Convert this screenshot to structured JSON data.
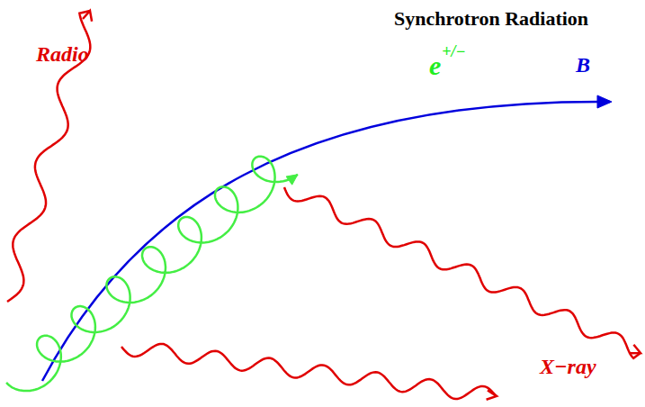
{
  "diagram": {
    "title": "Synchrotron Radiation",
    "labels": [
      "Radio",
      "B",
      "e",
      "+/−",
      "X−ray"
    ]
  }
}
